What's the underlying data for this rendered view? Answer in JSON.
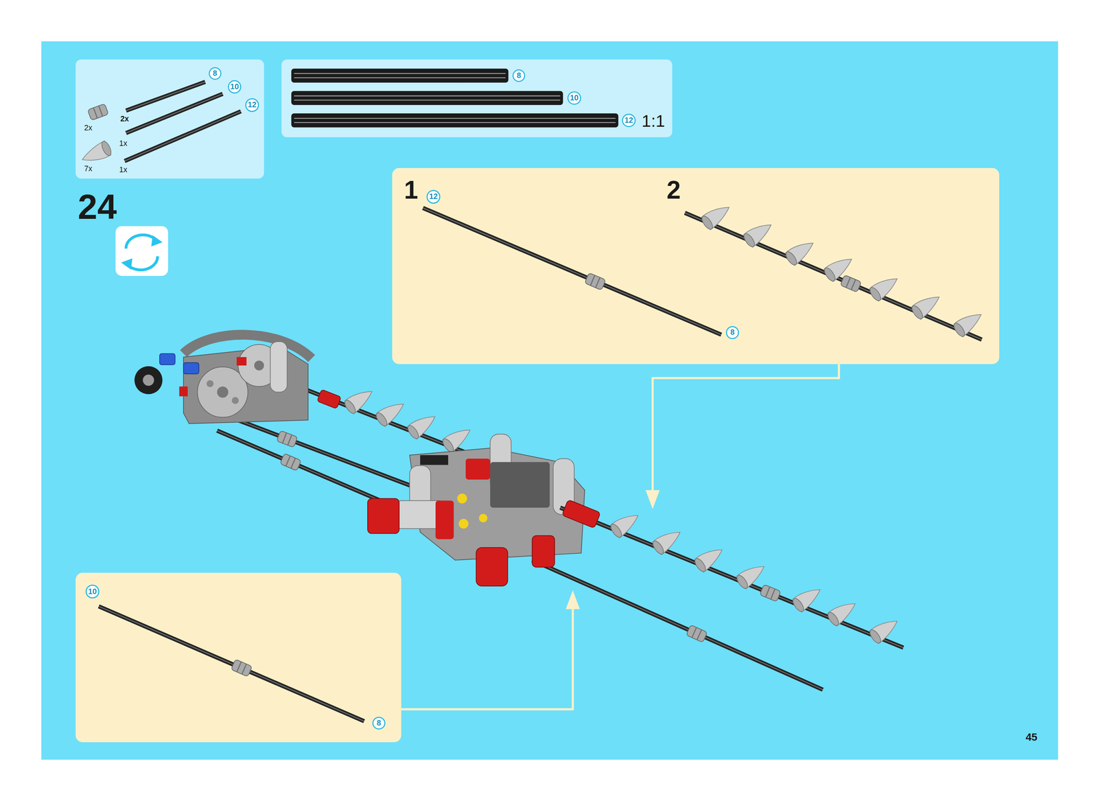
{
  "diagram": {
    "nodes": [
      {
        "text": [
          "8",
          "10",
          "12",
          "2x",
          "2x",
          "1x",
          "7x",
          "1x"
        ]
      },
      {
        "text": [
          "8",
          "10",
          "12",
          "1:1"
        ]
      },
      {
        "text": [
          "1",
          "2",
          "12",
          "8"
        ]
      },
      {
        "text": [
          "10",
          "8"
        ]
      }
    ],
    "labels": [
      "24",
      "45"
    ]
  }
}
